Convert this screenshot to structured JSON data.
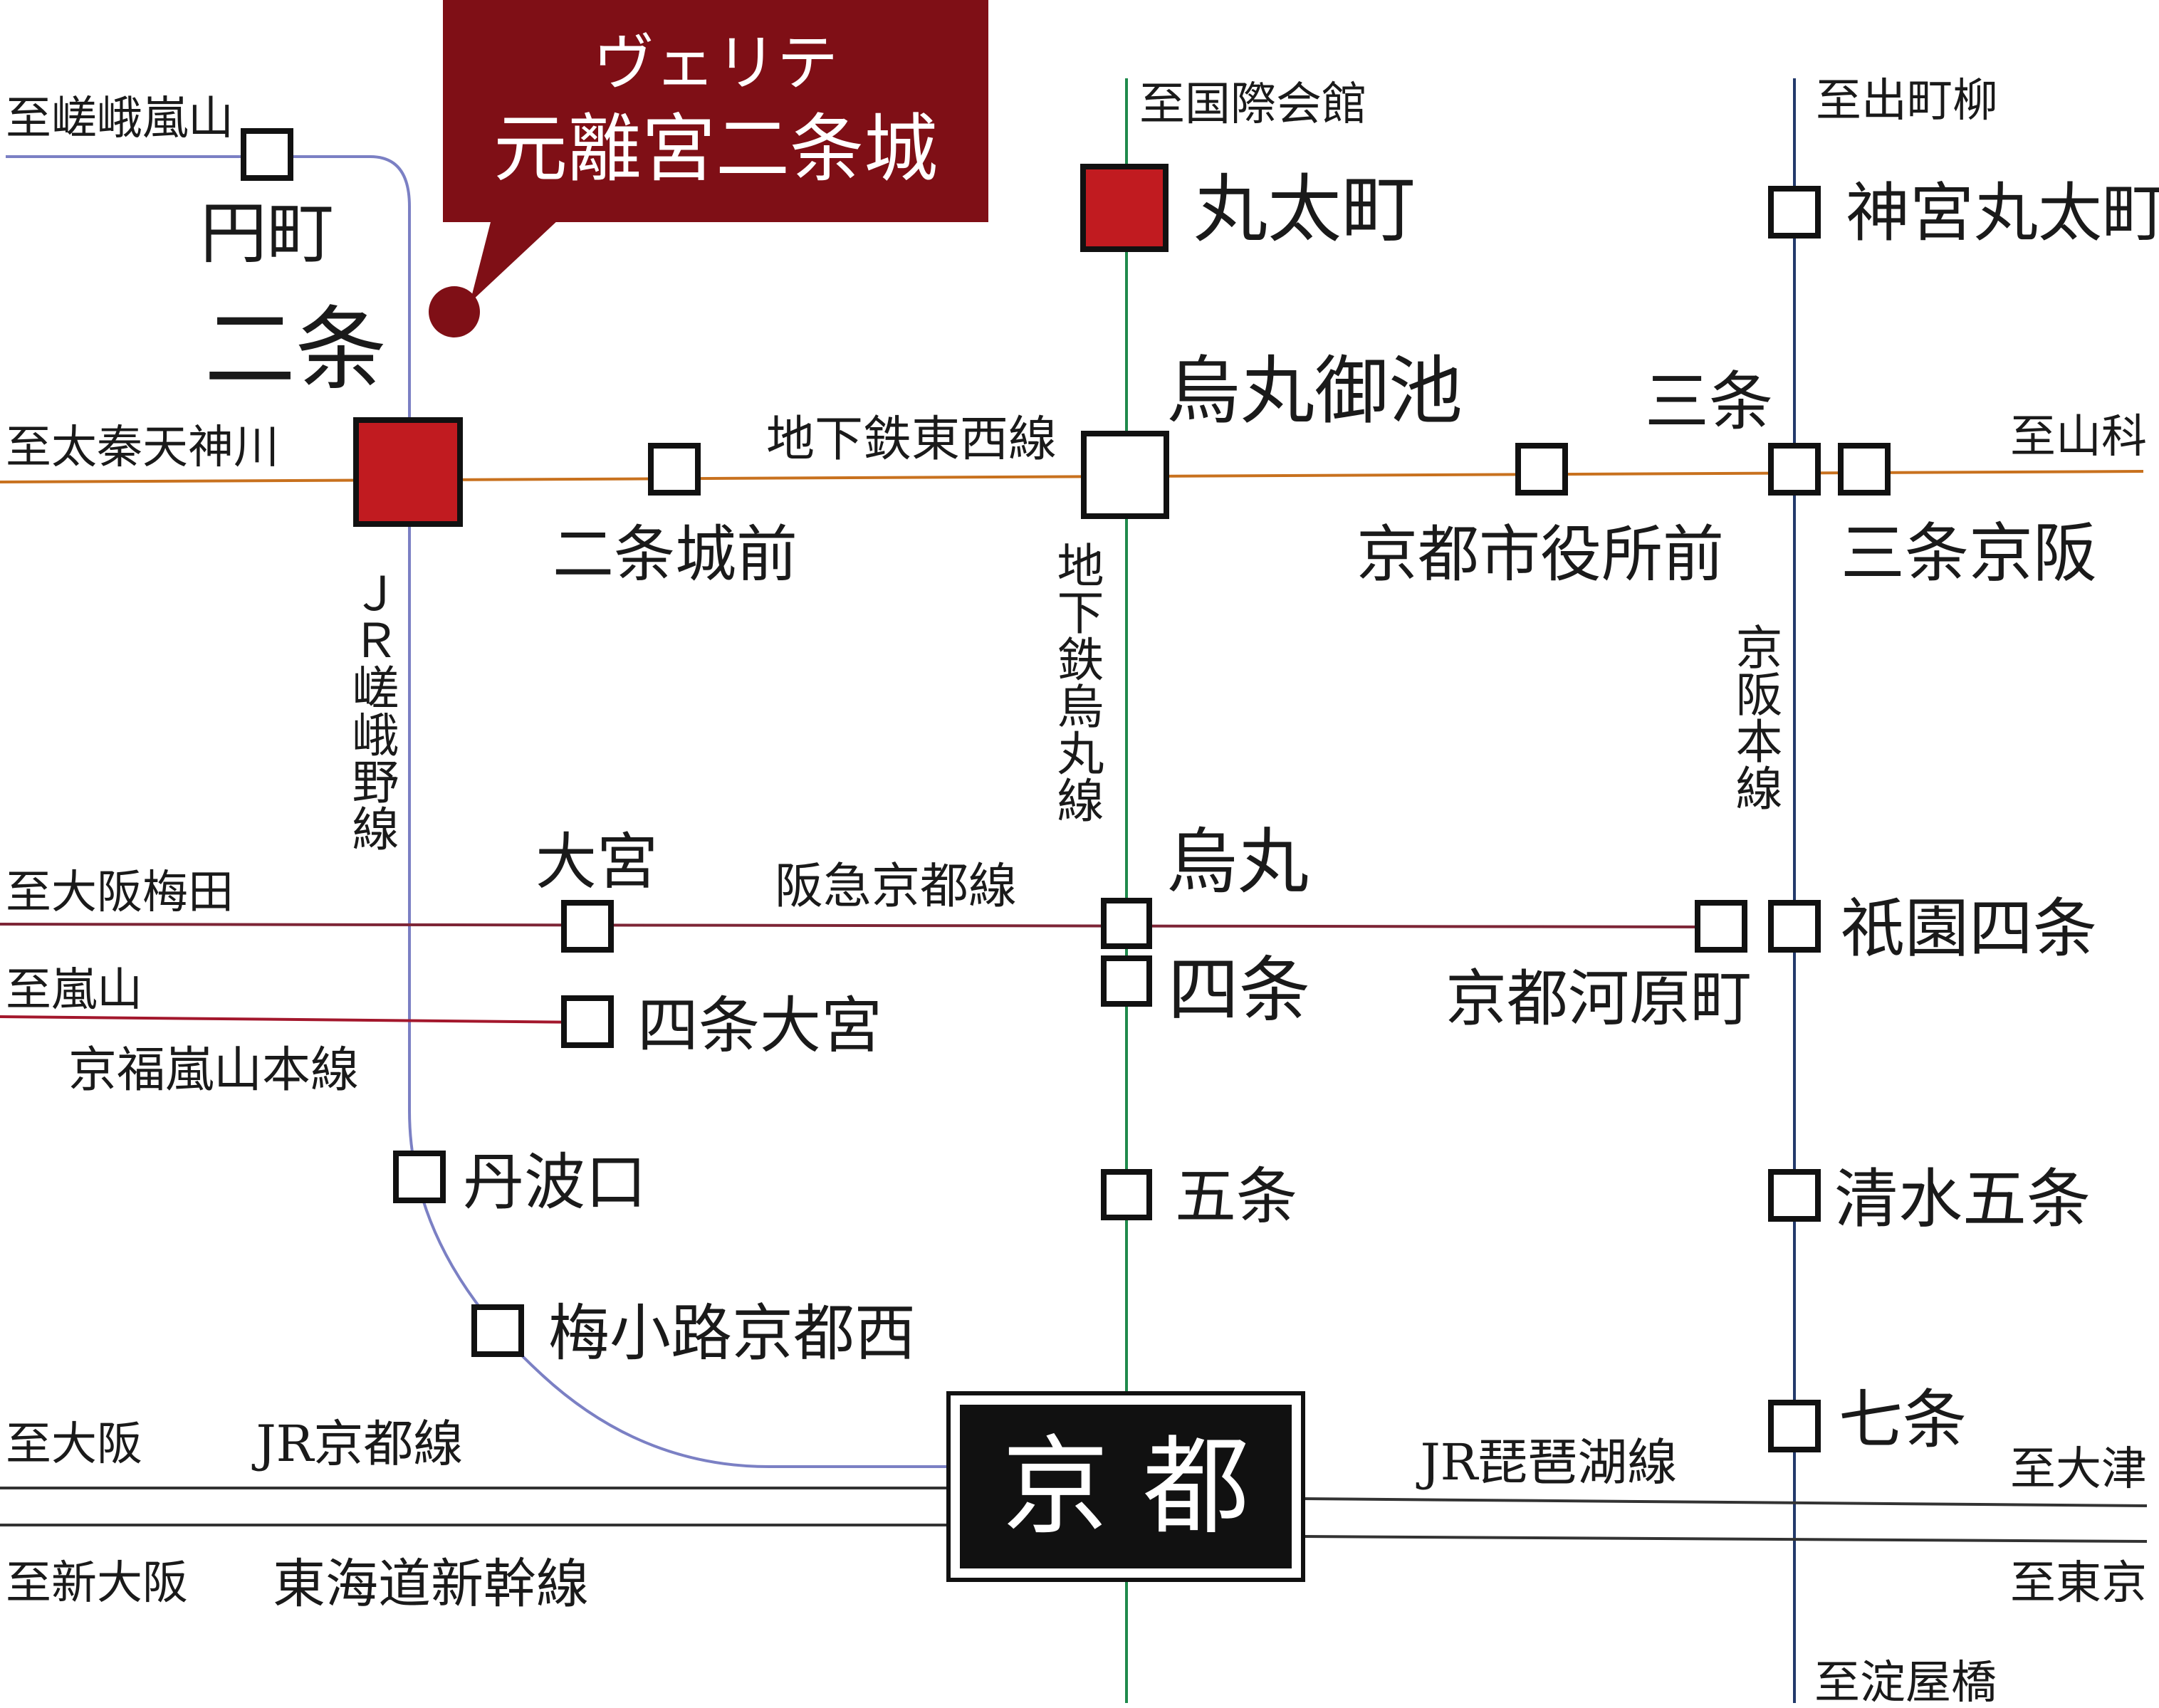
{
  "colors": {
    "jr_sagano": "#7b80c4",
    "tozai": "#c8711e",
    "karasuma": "#1f8a4c",
    "keihan": "#233a6b",
    "hankyu": "#7d2536",
    "keifuku": "#a3172c",
    "highlight": "#c11b20",
    "callout": "#7f0f16"
  },
  "callout": {
    "line1": "ヴェリテ",
    "line2": "元離宮二条城"
  },
  "lines": {
    "jr_sagano": "ＪＲ嵯峨野線",
    "tozai": "地下鉄東西線",
    "karasuma": "地下鉄烏丸線",
    "keihan": "京阪本線",
    "hankyu": "阪急京都線",
    "keifuku": "京福嵐山本線",
    "jr_kyoto": "JR京都線",
    "shinkansen": "東海道新幹線",
    "jr_biwako": "JR琵琶湖線"
  },
  "destinations": {
    "saga_arashiyama": "至嵯峨嵐山",
    "kokusai_kaikan": "至国際会館",
    "demachiyanagi": "至出町柳",
    "uzumasa": "至太秦天神川",
    "yamashina": "至山科",
    "osaka_umeda": "至大阪梅田",
    "arashiyama": "至嵐山",
    "osaka": "至大阪",
    "shin_osaka": "至新大阪",
    "otsu": "至大津",
    "tokyo": "至東京",
    "yodoyabashi": "至淀屋橋"
  },
  "stations": {
    "emmachi": "円町",
    "nijo": "二条",
    "marutamachi": "丸太町",
    "jingu_marutamachi": "神宮丸太町",
    "karasuma_oike": "烏丸御池",
    "sanjo": "三条",
    "nijojo_mae": "二条城前",
    "shiyakusho_mae": "京都市役所前",
    "sanjo_keihan": "三条京阪",
    "omiya": "大宮",
    "karasuma": "烏丸",
    "shijo": "四条",
    "kawaramachi": "京都河原町",
    "gion_shijo": "祇園四条",
    "shijo_omiya": "四条大宮",
    "tambaguchi": "丹波口",
    "gojo": "五条",
    "kiyomizu_gojo": "清水五条",
    "umekoji": "梅小路京都西",
    "kyoto": "京 都",
    "shichijo": "七条"
  }
}
